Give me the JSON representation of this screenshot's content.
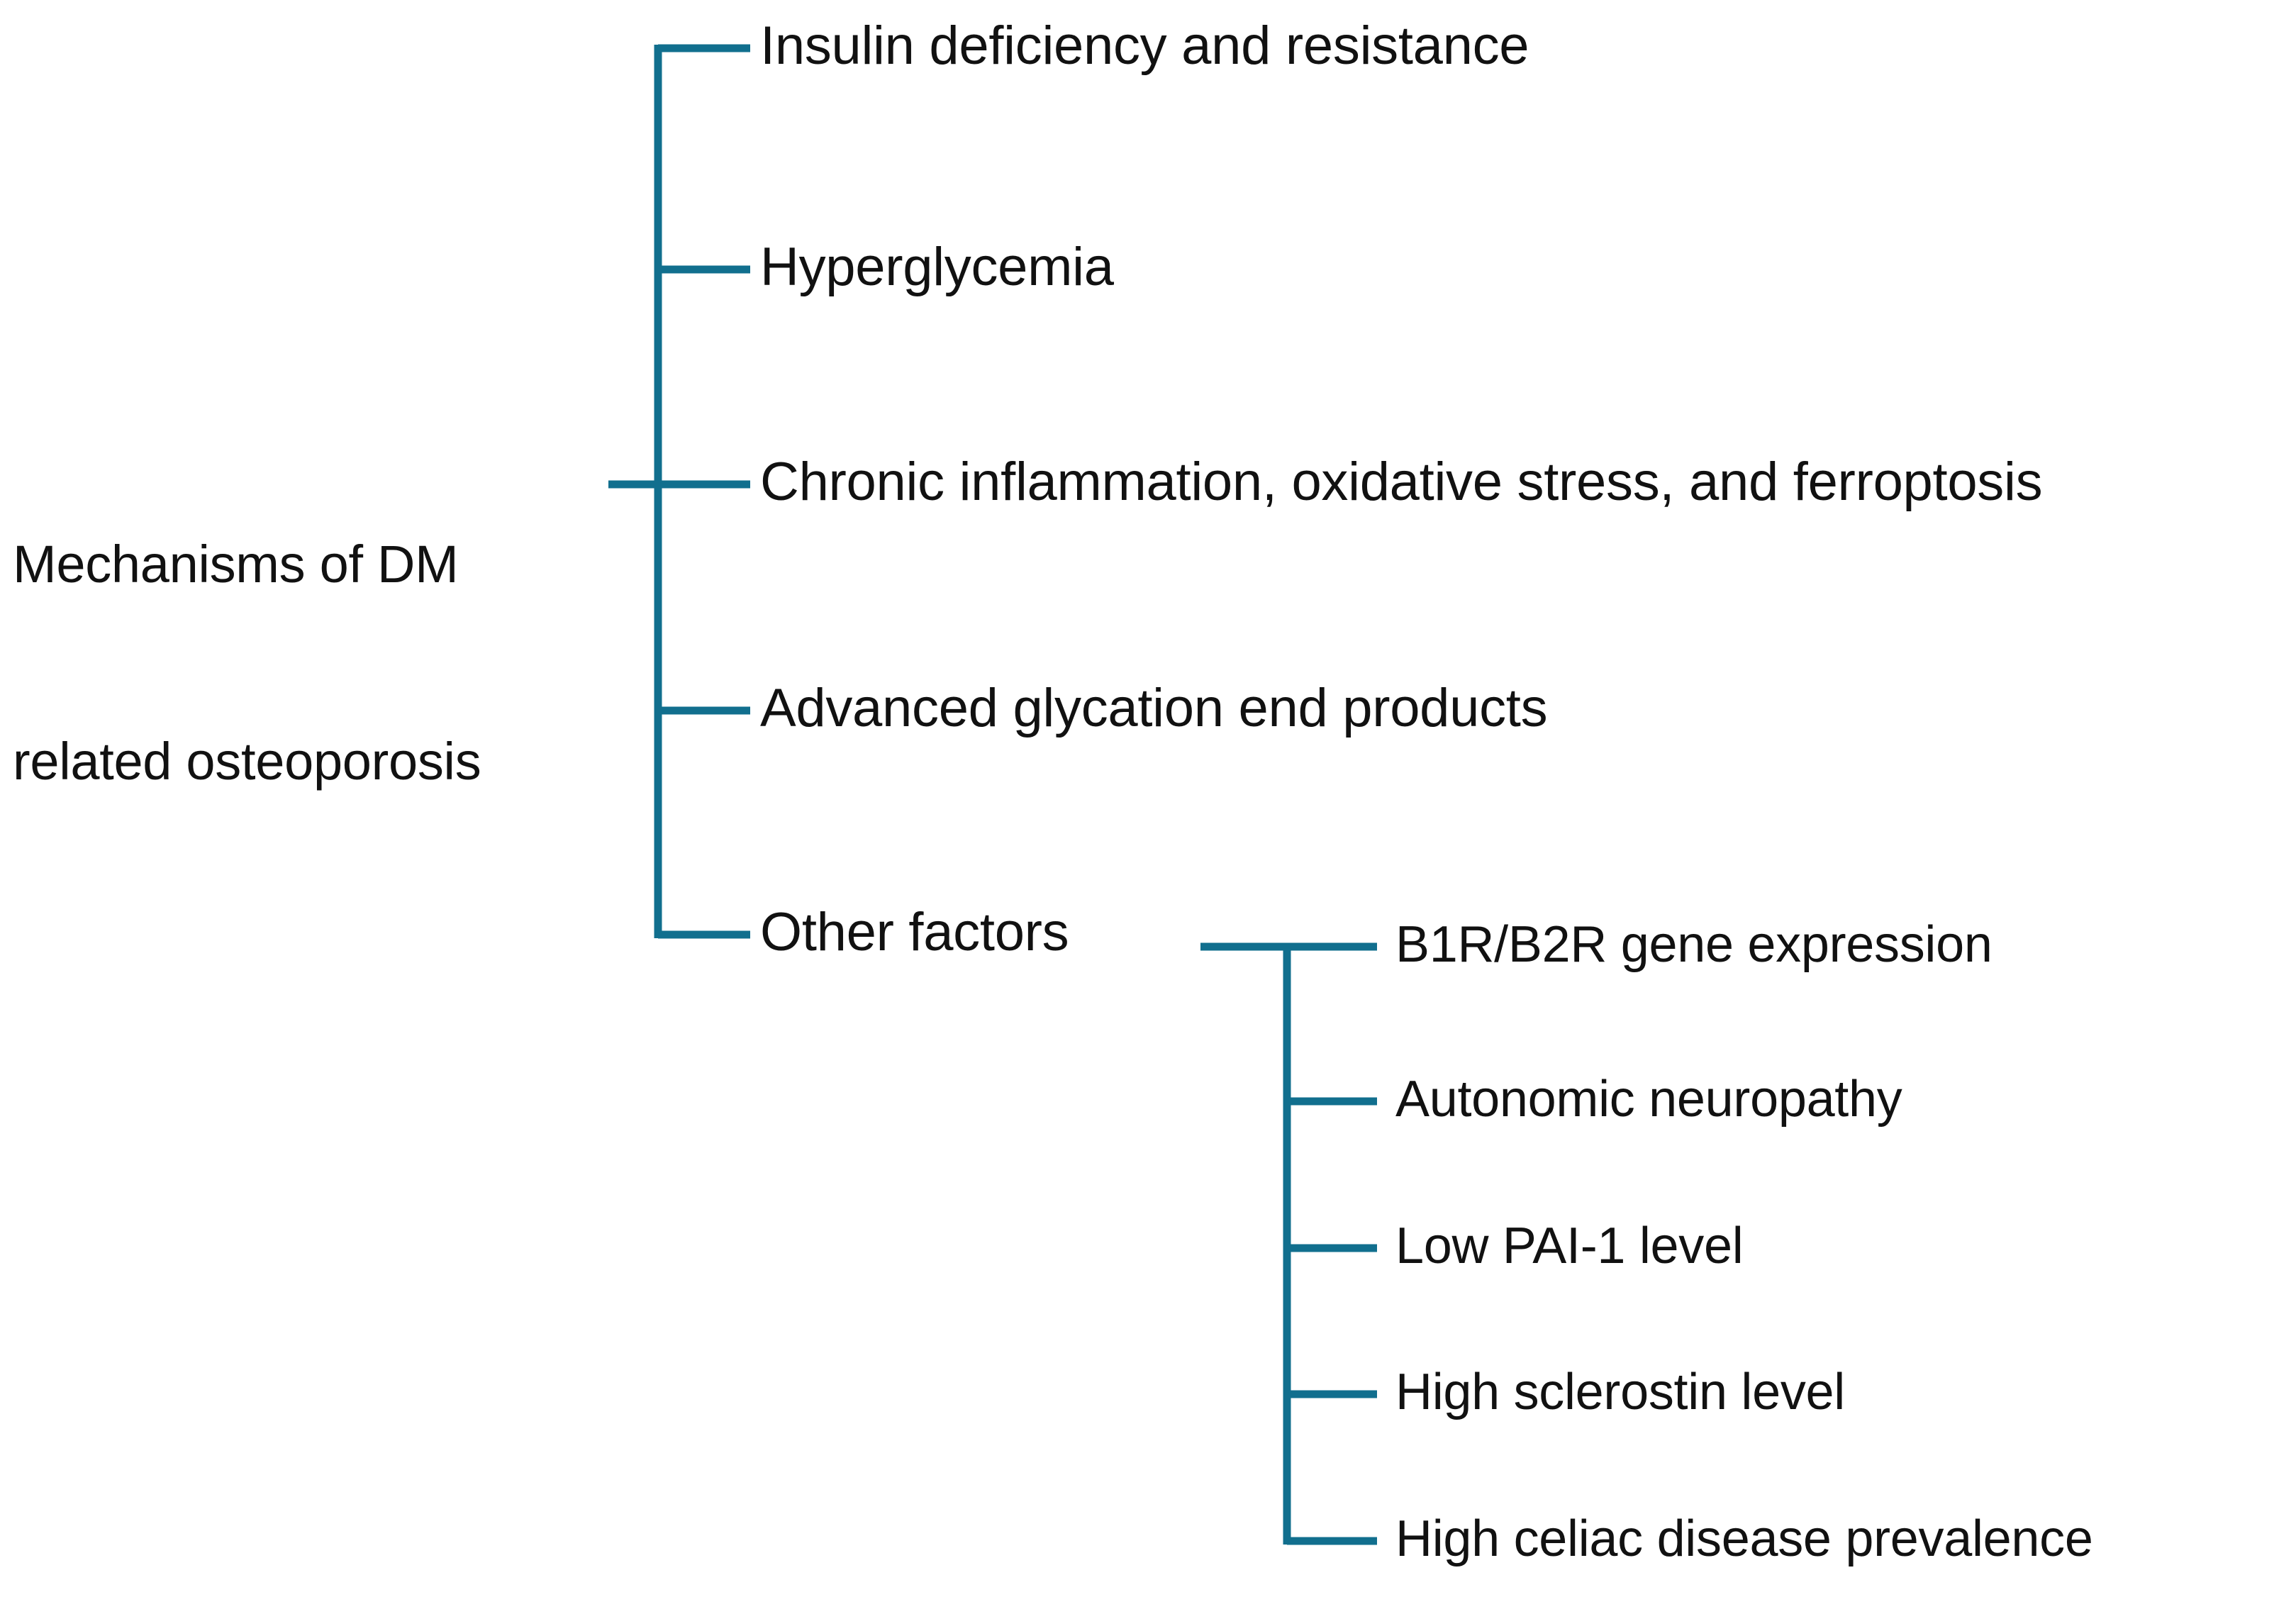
{
  "figure": {
    "type": "tree-diagram",
    "orientation": "left-to-right",
    "background_color": "#ffffff",
    "line_color": "#116f8e",
    "text_color": "#111111"
  },
  "root": {
    "label": "Mechanisms of DM related osteoporosis",
    "line1": "Mechanisms of DM",
    "line2": "related osteoporosis"
  },
  "branches": [
    {
      "label": "Insulin deficiency and resistance"
    },
    {
      "label": "Hyperglycemia"
    },
    {
      "label": "Chronic inflammation, oxidative stress, and ferroptosis"
    },
    {
      "label": "Advanced glycation end products"
    },
    {
      "label": "Other factors"
    }
  ],
  "sub_branches": [
    {
      "label": "B1R/B2R gene expression"
    },
    {
      "label": "Autonomic neuropathy"
    },
    {
      "label": "Low PAI-1 level"
    },
    {
      "label": "High sclerostin level"
    },
    {
      "label": "High celiac disease prevalence"
    }
  ]
}
